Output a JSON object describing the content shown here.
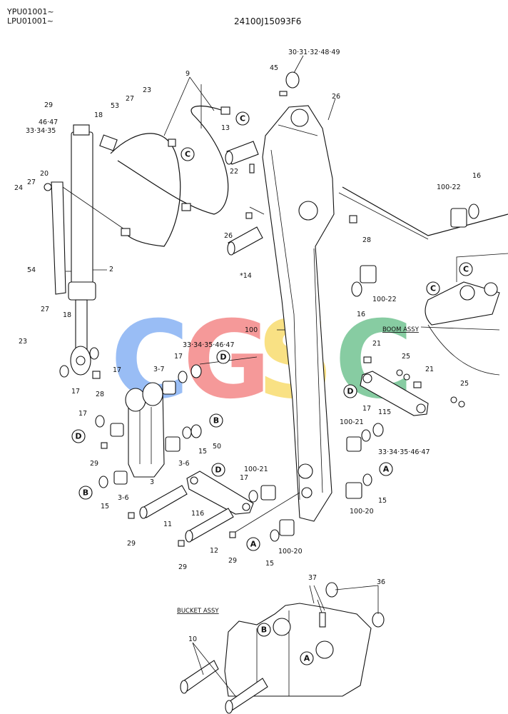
{
  "header": {
    "model_codes": [
      "YPU01001~",
      "LPU01001~"
    ],
    "drawing_number": "24100J15093F6"
  },
  "watermark": {
    "letters": [
      {
        "char": "C",
        "color": "#5b95ef"
      },
      {
        "char": "G",
        "color": "#ef5b5b"
      },
      {
        "char": "S",
        "color": "#f6cf3a"
      },
      {
        "char": "C",
        "color": "#3fae6a"
      }
    ]
  },
  "assembly_labels": {
    "boom": "BOOM ASSY",
    "bucket": "BUCKET ASSY"
  },
  "ref_circles": [
    "C",
    "C",
    "C",
    "C",
    "D",
    "D",
    "D",
    "D",
    "B",
    "B",
    "B",
    "A",
    "A",
    "A"
  ],
  "part_labels": [
    "30·31·32·48·49",
    "45",
    "26",
    "9",
    "29",
    "53",
    "27",
    "23",
    "18",
    "46·47",
    "33·34·35",
    "13",
    "22",
    "16",
    "100-22",
    "20",
    "27",
    "24",
    "26",
    "28",
    "*14",
    "54",
    "2",
    "100-22",
    "16",
    "23",
    "27",
    "18",
    "100",
    "33·34·35·46·47",
    "17",
    "17",
    "3-7",
    "21",
    "25",
    "21",
    "17",
    "28",
    "25",
    "17",
    "115",
    "100-21",
    "17",
    "15",
    "50",
    "33·34·35·46·47",
    "29",
    "3-6",
    "100-21",
    "17",
    "3",
    "3-6",
    "15",
    "116",
    "11",
    "29",
    "15",
    "100-20",
    "12",
    "29",
    "29",
    "15",
    "100-20",
    "37",
    "36",
    "10"
  ]
}
